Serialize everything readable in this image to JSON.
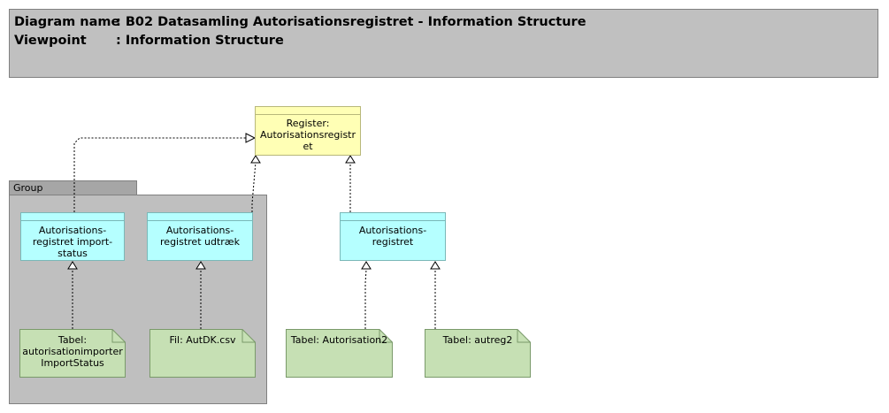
{
  "header": {
    "diagram_name_key": "Diagram name",
    "diagram_name_value": ": B02 Datasamling Autorisationsregistret - Information Structure",
    "viewpoint_key": "Viewpoint",
    "viewpoint_value": ": Information Structure"
  },
  "group": {
    "label": "Group"
  },
  "nodes": {
    "register": "Register: Autorisationsregistret",
    "artifact_import_status": "Autorisations-registret import-status",
    "artifact_udtraek": "Autorisations-registret udtræk",
    "artifact_register": "Autorisations-registret",
    "note_import_status": "Tabel: autorisationimporter ImportStatus",
    "note_autdk": "Fil: AutDK.csv",
    "note_autorisation2": "Tabel: Autorisation2",
    "note_autreg2": "Tabel: autreg2"
  },
  "colors": {
    "header_bg": "#c0c0c0",
    "group_bg": "#bfbfbf",
    "group_tab_bg": "#a6a6a6",
    "register_bg": "#ffffb5",
    "artifact_bg": "#b5ffff",
    "note_bg": "#c6e0b4"
  }
}
